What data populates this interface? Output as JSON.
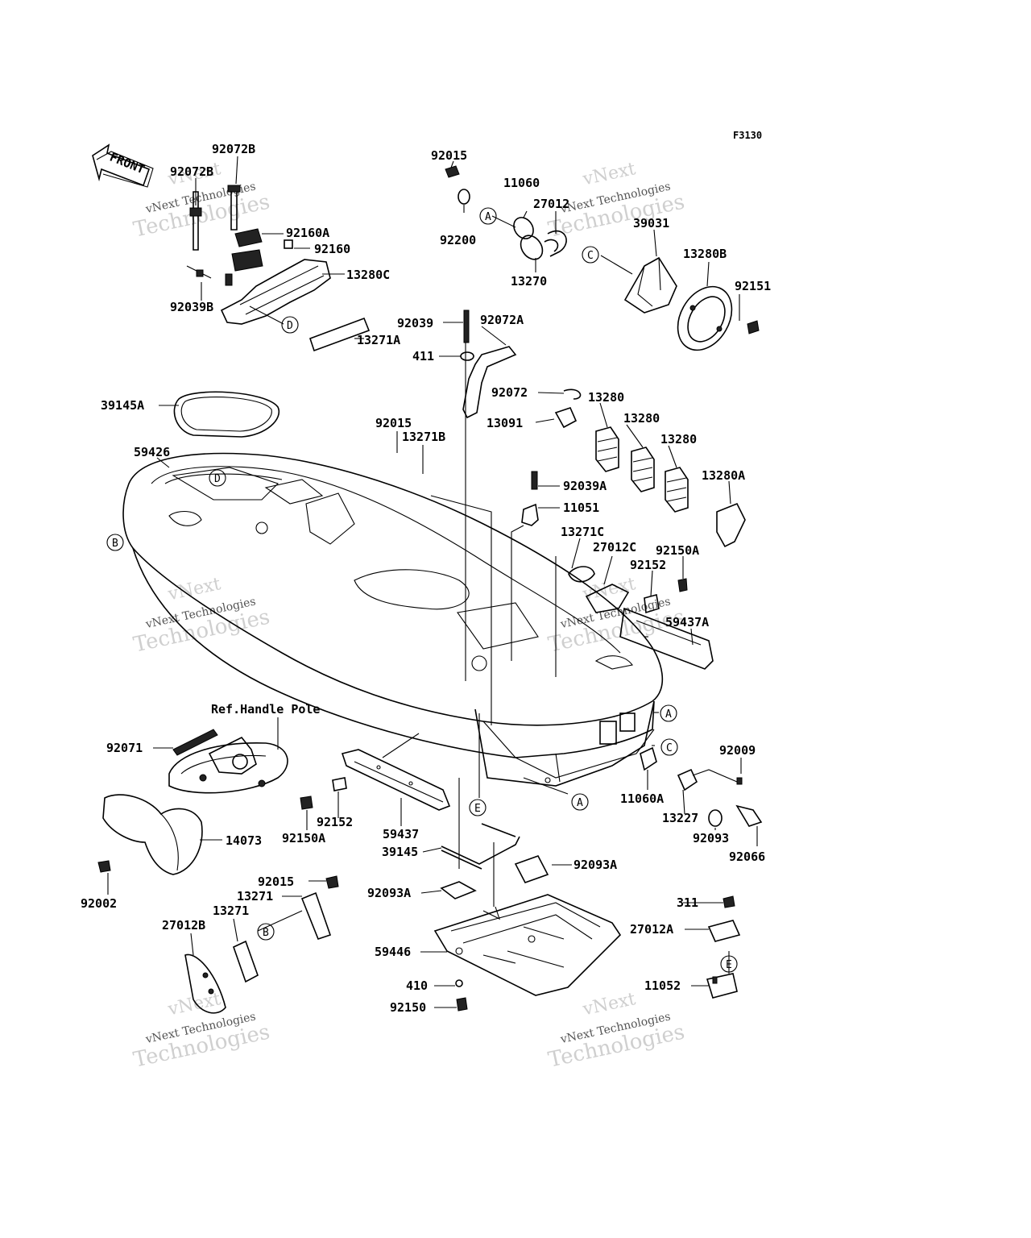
{
  "figure_code": "F3130",
  "front_arrow": "FRONT",
  "reference_note": "Ref.Handle Pole",
  "callouts": [
    "A",
    "B",
    "C",
    "D",
    "E"
  ],
  "watermark": {
    "line1": "vNext",
    "line2": "vNext Technologies",
    "line3": "Technologies"
  },
  "labels": {
    "p92072B_top": "92072B",
    "p92072B_left": "92072B",
    "p92160A": "92160A",
    "p92160": "92160",
    "p13280C": "13280C",
    "p92039B": "92039B",
    "p13271A": "13271A",
    "p92015_top": "92015",
    "p92200": "92200",
    "p11060": "11060",
    "p27012": "27012",
    "p13270": "13270",
    "p39031": "39031",
    "p13280B": "13280B",
    "p92151": "92151",
    "p92039": "92039",
    "p92072A": "92072A",
    "p411": "411",
    "p92072": "92072",
    "p13280_a": "13280",
    "p13280_b": "13280",
    "p13280_c": "13280",
    "p13091": "13091",
    "p39145A": "39145A",
    "p59426": "59426",
    "p92015_mid": "92015",
    "p13271B": "13271B",
    "p92039A": "92039A",
    "p11051": "11051",
    "p13280A": "13280A",
    "p13271C": "13271C",
    "p27012C": "27012C",
    "p92150A_right": "92150A",
    "p92152_right": "92152",
    "p59437A": "59437A",
    "p92071": "92071",
    "p92009": "92009",
    "p11060A": "11060A",
    "p13227": "13227",
    "p92093": "92093",
    "p92066": "92066",
    "p92152_left": "92152",
    "p92150A_left": "92150A",
    "p59437": "59437",
    "p39145": "39145",
    "p14073": "14073",
    "p92002": "92002",
    "p92093A_right": "92093A",
    "p92093A_left": "92093A",
    "p92015_bot": "92015",
    "p13271_a": "13271",
    "p13271_b": "13271",
    "p27012B": "27012B",
    "p311": "311",
    "p27012A": "27012A",
    "p59446": "59446",
    "p410": "410",
    "p11052": "11052",
    "p92150": "92150"
  }
}
